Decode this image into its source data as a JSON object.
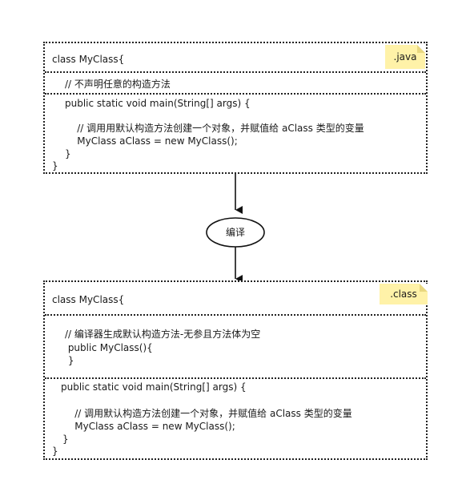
{
  "java_box": {
    "tag": ".java",
    "header": "class MyClass{",
    "comment": "// 不声明任意的构造方法",
    "main_lines": [
      "public static void main(String[] args) {",
      "",
      "    // 调用用默认构造方法创建一个对象，并赋值给 aClass 类型的变量",
      "    MyClass aClass = new MyClass();",
      "}",
      "}"
    ]
  },
  "compile_step": {
    "label": "编译"
  },
  "class_box": {
    "tag": ".class",
    "header": "class MyClass{",
    "constructor_lines": [
      "// 编译器生成默认构造方法-无参且方法体为空",
      " public MyClass(){",
      " }"
    ],
    "main_lines": [
      "public static void main(String[] args) {",
      "",
      "    // 调用默认构造方法创建一个对象，并赋值给 aClass 类型的变量",
      "    MyClass aClass = new MyClass();",
      "}",
      "}"
    ]
  },
  "colors": {
    "note_fill": "#fff2a8",
    "border": "#222222"
  }
}
